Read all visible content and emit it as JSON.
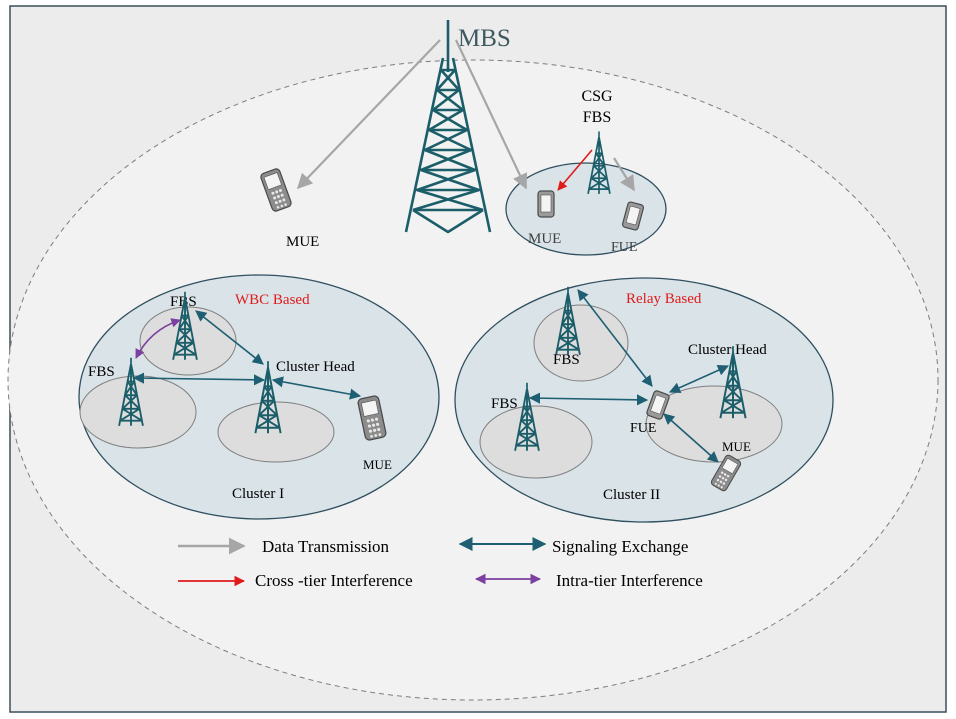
{
  "colors": {
    "frame_border": "#3f4f5a",
    "frame_fill": "#ececec",
    "coverage_fill": "#f2f2f2",
    "cluster_fill": "#d9e3e8",
    "cluster_border": "#2f4f5f",
    "tower": "#1b5e6a",
    "data_arrow": "#a6a6a6",
    "signal_arrow": "#1f5f73",
    "cross_tier_arrow": "#e01b1b",
    "intra_tier_arrow": "#7b3fa0",
    "highlight_label": "#e01b1b"
  },
  "macro": {
    "label": "MBS"
  },
  "top_left": {
    "mue_label": "MUE"
  },
  "csg": {
    "title_line1": "CSG",
    "title_line2": "FBS",
    "mue_label": "MUE",
    "fue_label": "FUE"
  },
  "cluster1": {
    "title": "WBC Based",
    "name": "Cluster I",
    "fbs_top_label": "FBS",
    "fbs_left_label": "FBS",
    "head_label": "Cluster Head",
    "mue_label": "MUE"
  },
  "cluster2": {
    "title": "Relay Based",
    "name": "Cluster II",
    "fbs_top_label": "FBS",
    "fbs_left_label": "FBS",
    "head_label": "Cluster Head",
    "fue_label": "FUE",
    "mue_label": "MUE"
  },
  "legend": {
    "data_transmission": "Data Transmission",
    "signaling_exchange": "Signaling Exchange",
    "cross_tier": "Cross -tier Interference",
    "intra_tier": "Intra-tier Interference"
  }
}
